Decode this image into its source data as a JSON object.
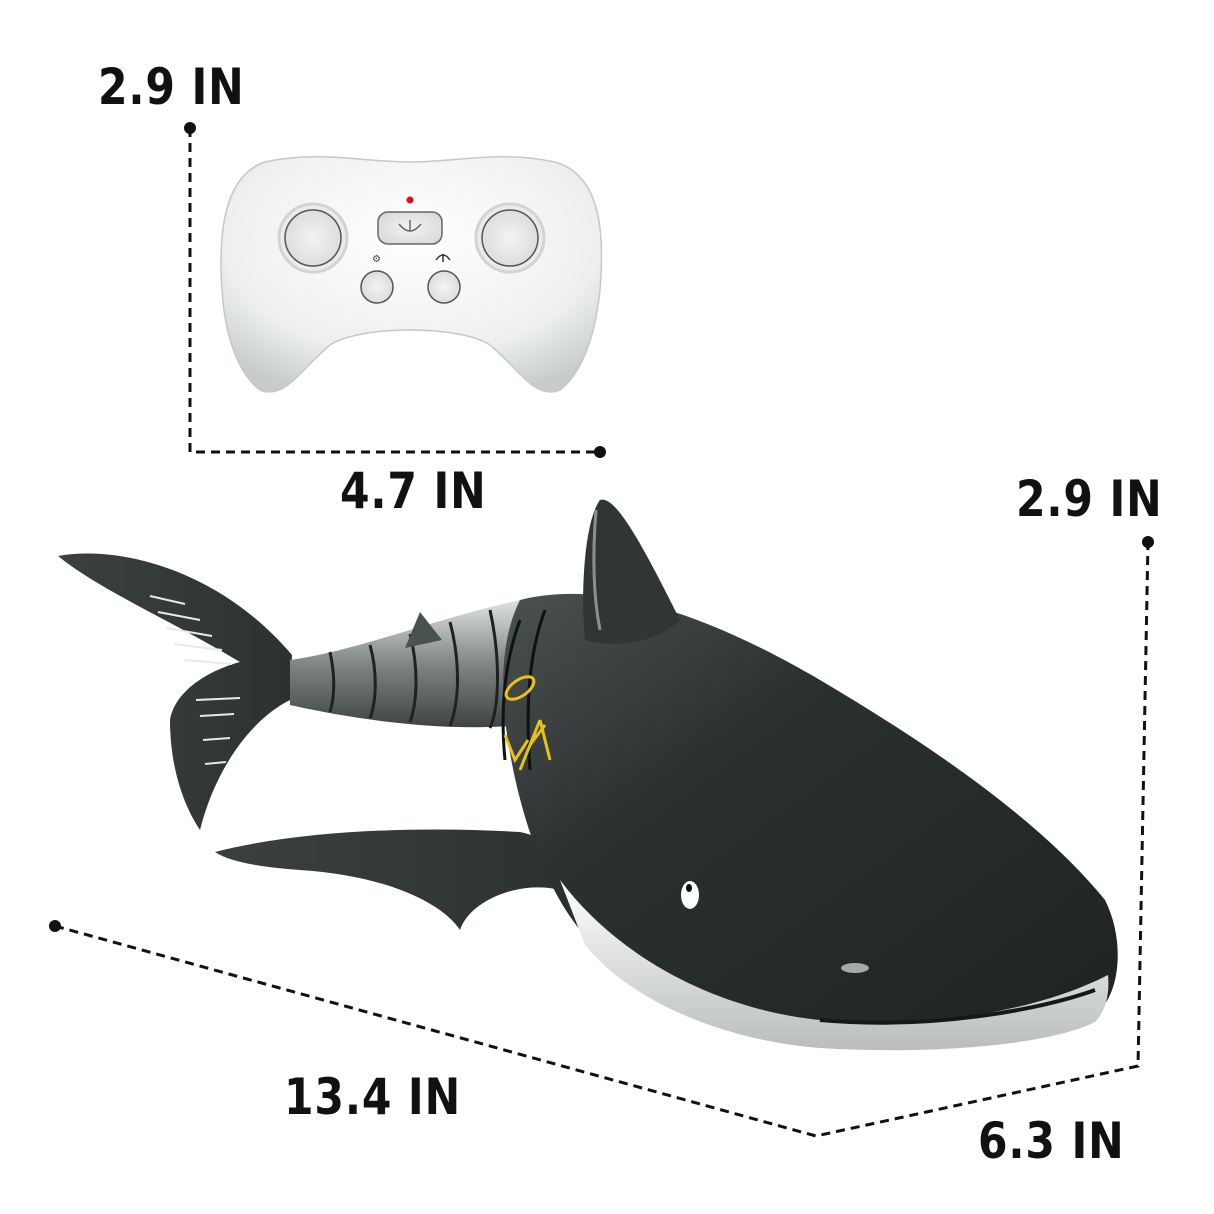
{
  "controller": {
    "height_label": "2.9 IN",
    "width_label": "4.7 IN",
    "led_color": "#e01010",
    "buttons": {
      "left_stick": "left-joystick",
      "right_stick": "right-joystick",
      "power": "power-button",
      "left_small": "light-button",
      "right_small": "speed-button"
    }
  },
  "shark": {
    "height_label": "2.9 IN",
    "length_label": "13.4 IN",
    "width_label": "6.3 IN",
    "body_color": "#2b3130",
    "belly_color": "#e8ebea",
    "decal_color": "#e6c21a"
  }
}
